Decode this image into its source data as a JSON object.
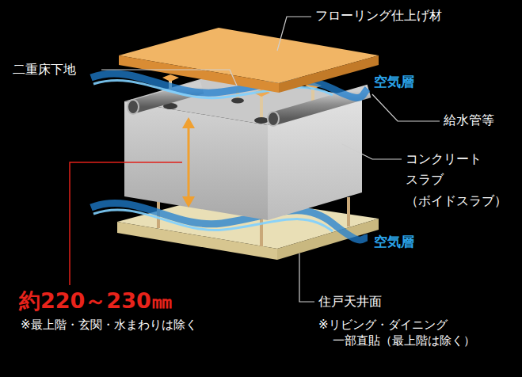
{
  "diagram": {
    "labels": [
      "フローリング仕上げ材",
      "二重床下地",
      "空気層",
      "給水管等",
      "コンクリート スラブ （ボイドスラブ）",
      "空気層",
      "約220～230㎜",
      "※最上階・玄関・水まわりは除く",
      "住戸天井面",
      "※リビング・ダイニング 一部直貼（最上階は除く）"
    ]
  }
}
